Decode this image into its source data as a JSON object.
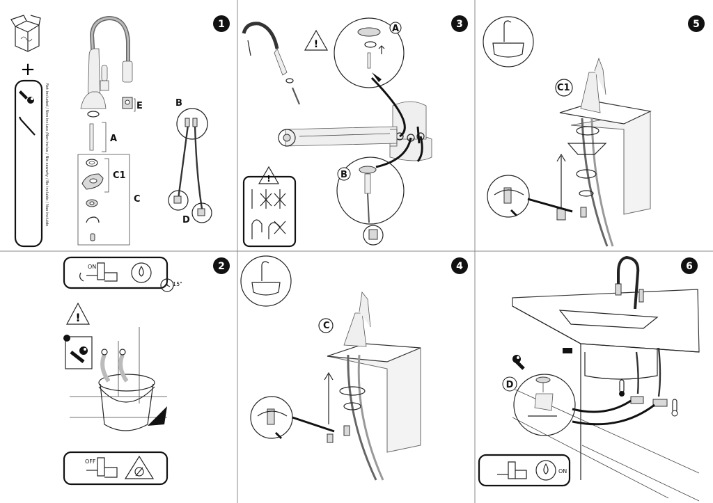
{
  "steps": {
    "s1": "1",
    "s2": "2",
    "s3": "3",
    "s4": "4",
    "s5": "5",
    "s6": "6"
  },
  "part_labels": {
    "A": "A",
    "B": "B",
    "C": "C",
    "C1": "C1",
    "D": "D",
    "E": "E"
  },
  "not_included_text": "Not included / Non incluso /Non inclus / Nie zawarty / No incluido / Nao incluido",
  "valve_labels": {
    "on": "ON",
    "off": "OFF",
    "duration": "15\""
  },
  "warning_glyph": "!",
  "plus_glyph": "+",
  "colors": {
    "line": "#222222",
    "hose": "#333333",
    "badge": "#111111"
  }
}
